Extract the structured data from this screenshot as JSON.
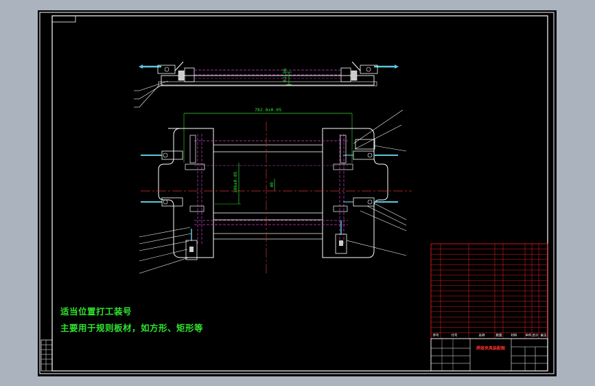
{
  "app": {
    "background_color": "#abb3bf",
    "canvas_color": "#000000"
  },
  "notes": {
    "line1": "适当位置打工装号",
    "line2": "主要用于规则板材，如方形、矩形等",
    "color": "#2fe32f"
  },
  "dimensions": {
    "horizontal_top": "782.8±0.05",
    "vertical_side": "386±0.05",
    "vertical_small": "40",
    "height_top_view": "61.86"
  },
  "title_block": {
    "drawing_title": "焊接夹具装配图",
    "header_cells": [
      "序号",
      "代号",
      "名称",
      "数量",
      "材料",
      "单件",
      "总计",
      "备注"
    ]
  },
  "colors": {
    "frame": "#ffffff",
    "centerline": "#e03030",
    "hidden_line": "#d040d0",
    "dimension": "#2fe32f",
    "clamp_arm": "#5ac8e0",
    "table_border": "#ff2020"
  }
}
